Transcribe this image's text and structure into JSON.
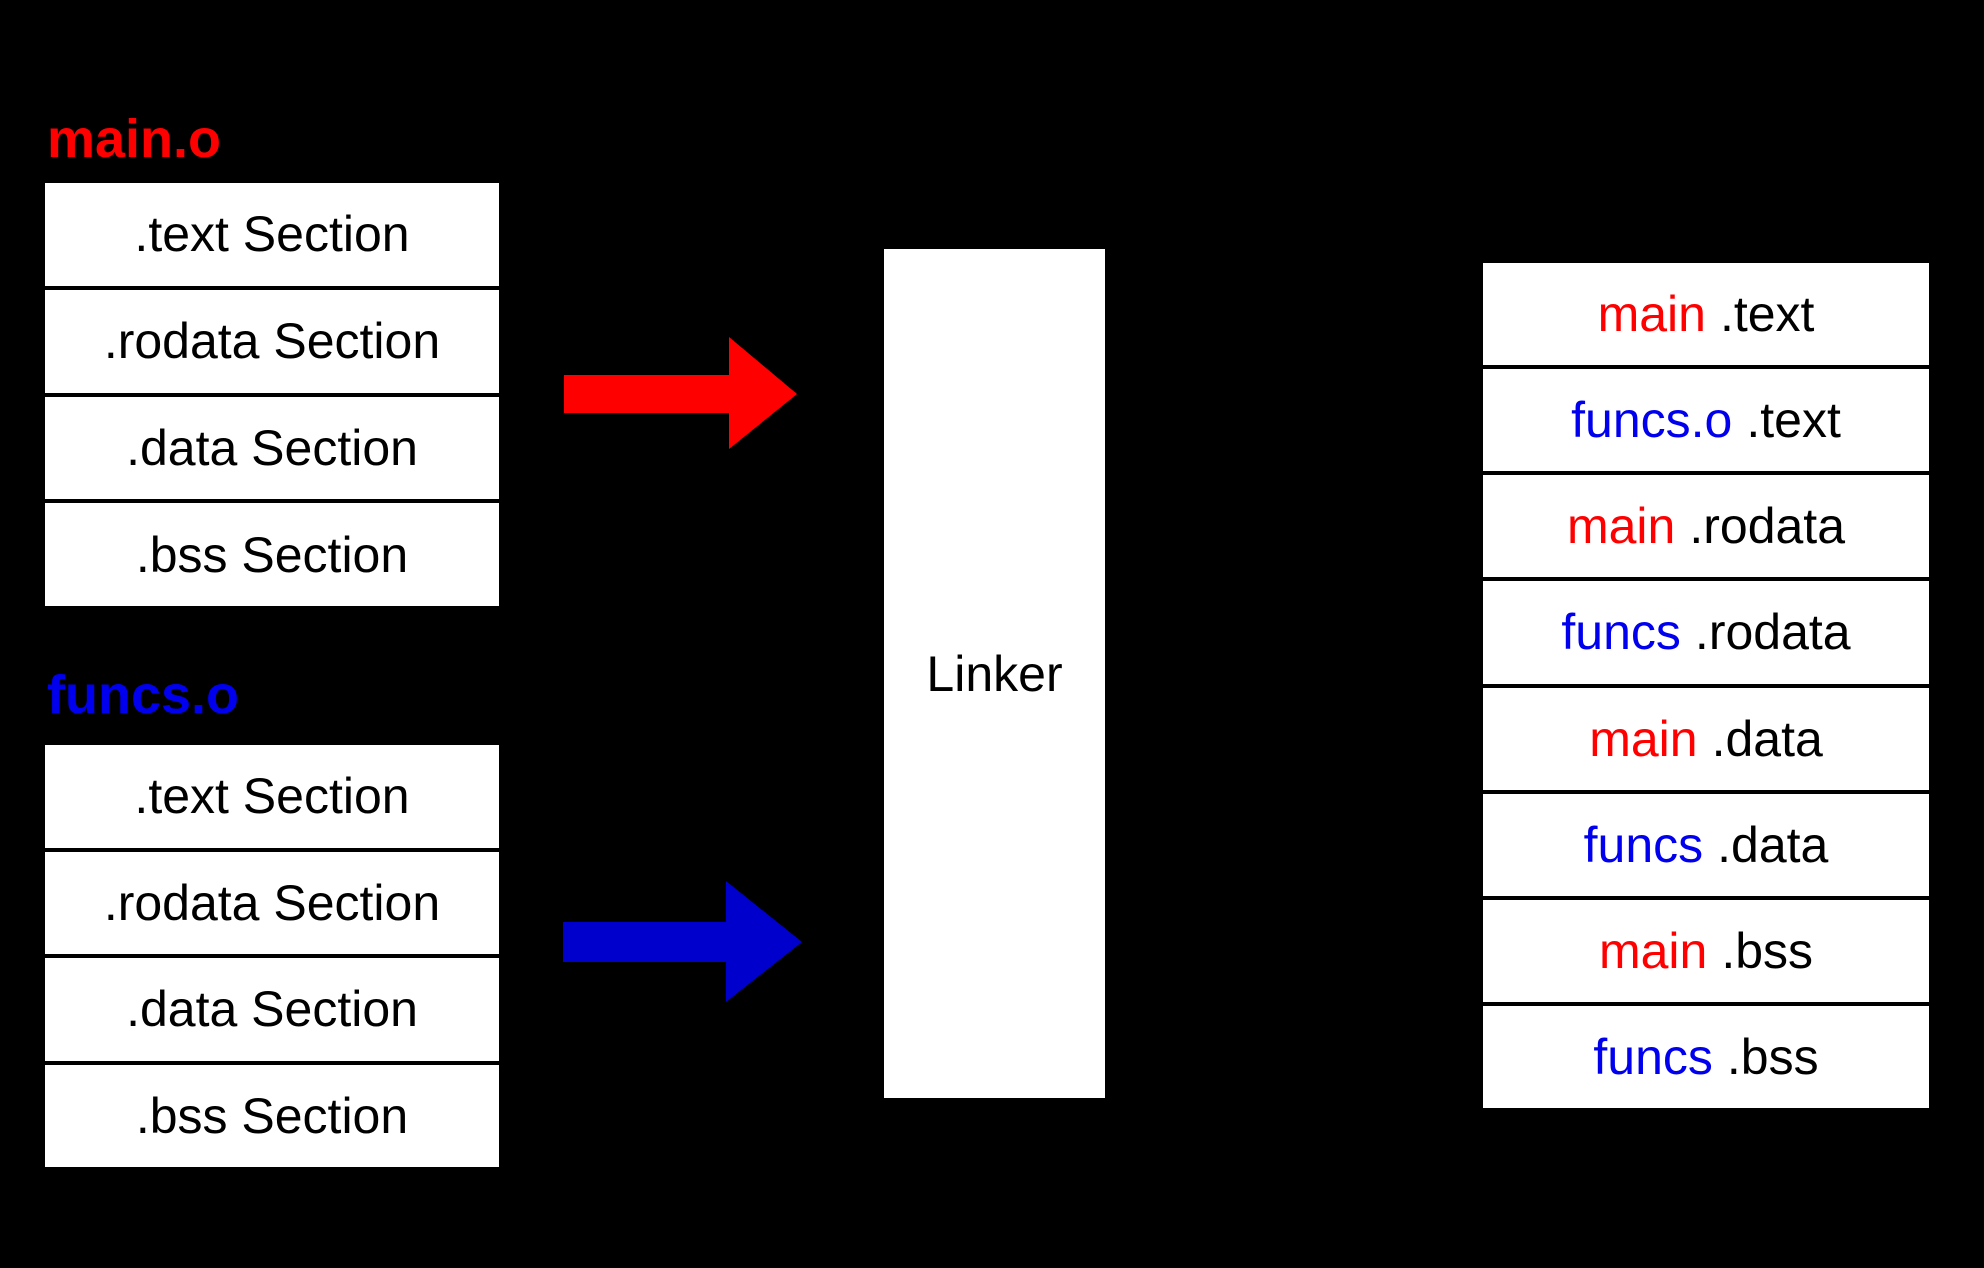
{
  "object_files": [
    {
      "name": "main.o",
      "name_color": "#ff0000",
      "sections": [
        ".text Section",
        ".rodata Section",
        ".data Section",
        ".bss Section"
      ]
    },
    {
      "name": "funcs.o",
      "name_color": "#0000ee",
      "sections": [
        ".text Section",
        ".rodata Section",
        ".data Section",
        ".bss Section"
      ]
    }
  ],
  "linker": {
    "label": "Linker"
  },
  "arrows": [
    {
      "name": "main-to-linker",
      "color": "#ff0000"
    },
    {
      "name": "funcs-to-linker",
      "color": "#0000cc"
    }
  ],
  "output": {
    "rows": [
      {
        "object": "main",
        "object_color": "#ff0000",
        "section": ".text"
      },
      {
        "object": "funcs.o",
        "object_color": "#0000ee",
        "section": ".text"
      },
      {
        "object": "main",
        "object_color": "#ff0000",
        "section": ".rodata"
      },
      {
        "object": "funcs",
        "object_color": "#0000ee",
        "section": ".rodata"
      },
      {
        "object": "main",
        "object_color": "#ff0000",
        "section": ".data"
      },
      {
        "object": "funcs",
        "object_color": "#0000ee",
        "section": ".data"
      },
      {
        "object": "main",
        "object_color": "#ff0000",
        "section": ".bss"
      },
      {
        "object": "funcs",
        "object_color": "#0000ee",
        "section": ".bss"
      }
    ]
  },
  "colors": {
    "background": "#000000",
    "box_fill": "#ffffff",
    "box_text": "#000000"
  }
}
